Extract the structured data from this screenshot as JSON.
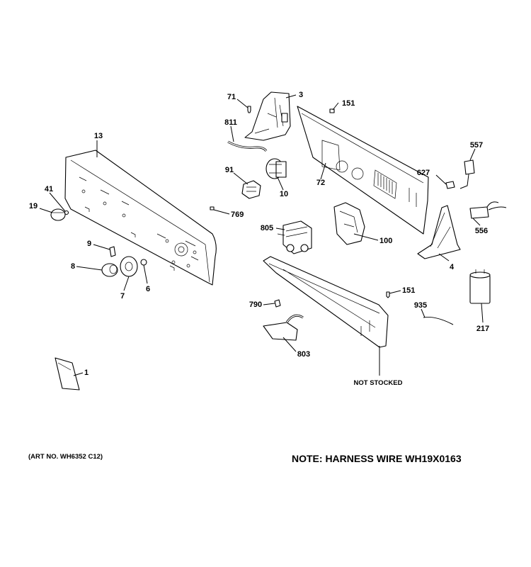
{
  "callouts": {
    "p71": "71",
    "p3": "3",
    "p151a": "151",
    "p811": "811",
    "p13": "13",
    "p91": "91",
    "p10": "10",
    "p72": "72",
    "p557": "557",
    "p627": "627",
    "p41": "41",
    "p19": "19",
    "p769": "769",
    "p805": "805",
    "p100": "100",
    "p556": "556",
    "p9": "9",
    "p8": "8",
    "p7": "7",
    "p6": "6",
    "p4": "4",
    "p151b": "151",
    "p790": "790",
    "p935": "935",
    "p217": "217",
    "p803": "803",
    "p1": "1"
  },
  "not_stocked": "NOT STOCKED",
  "art_no": "(ART NO. WH6352 C12)",
  "note": "NOTE: HARNESS WIRE WH19X0163"
}
